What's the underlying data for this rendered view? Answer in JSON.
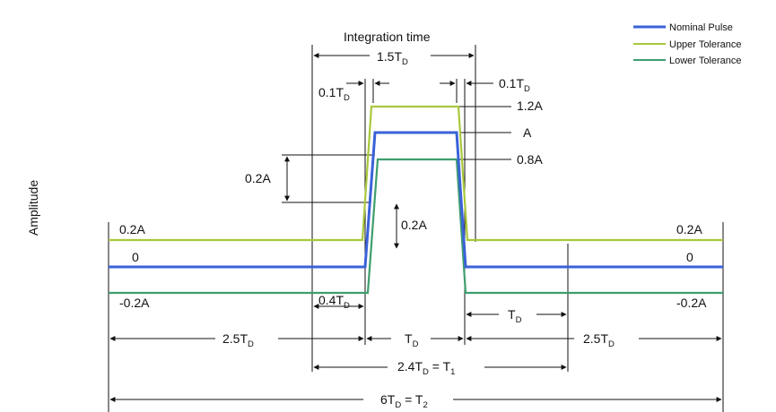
{
  "y_axis_label": "Amplitude",
  "legend": [
    {
      "label": "Nominal Pulse",
      "color": "#3a62d8"
    },
    {
      "label": "Upper Tolerance",
      "color": "#a8c83c"
    },
    {
      "label": "Lower Tolerance",
      "color": "#3e9e6e"
    }
  ],
  "labels": {
    "integration_time": "Integration time",
    "td_main": "T",
    "td_sub": "D",
    "val_15": "1.5T",
    "val_01": "0.1T",
    "val_04": "0.4T",
    "val_25": "2.5T",
    "val_24": "2.4T",
    "val_6": "6T",
    "eq_t1": " = T",
    "eq_t2": " = T",
    "sub_1": "1",
    "sub_2": "2",
    "amp_12": "1.2A",
    "amp_a": "A",
    "amp_08": "0.8A",
    "amp_02": "0.2A",
    "amp_zero": "0",
    "amp_neg02": "-0.2A"
  },
  "pulse": {
    "baseline_level": 0,
    "nominal_peak": "A",
    "upper_peak": "1.2A",
    "lower_peak": "0.8A",
    "tolerance": "0.2A",
    "pre_pulse_duration": "2.5T_D",
    "pulse_duration": "T_D",
    "post_pulse_duration": "2.5T_D",
    "rise_tolerance": "0.1T_D",
    "integration_time": "1.5T_D",
    "total": "6T_D = T_2",
    "t1": "2.4T_D = T_1"
  },
  "colors": {
    "nominal": "#3a62d8",
    "upper": "#a8c83c",
    "lower": "#3e9e6e",
    "ink": "#111111"
  }
}
